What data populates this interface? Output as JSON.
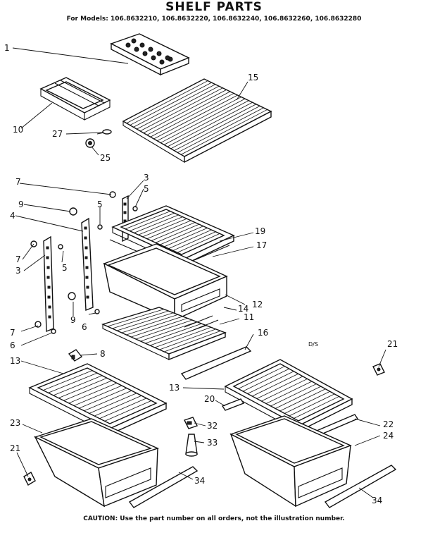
{
  "header": {
    "title": "SHELF PARTS",
    "models": "For Models: 106.8632210, 106.8632220, 106.8632240, 106.8632260, 106.8632280"
  },
  "footer": {
    "caution": "CAUTION: Use the part number on all orders, not the illustration number."
  },
  "code": "D/S",
  "callouts": [
    "1",
    "10",
    "27",
    "25",
    "15",
    "7",
    "3",
    "5",
    "9",
    "4",
    "5",
    "19",
    "17",
    "7",
    "3",
    "5",
    "12",
    "14",
    "11",
    "9",
    "6",
    "7",
    "6",
    "8",
    "16",
    "13",
    "13",
    "20",
    "21",
    "23",
    "32",
    "22",
    "24",
    "21",
    "33",
    "34",
    "34"
  ]
}
